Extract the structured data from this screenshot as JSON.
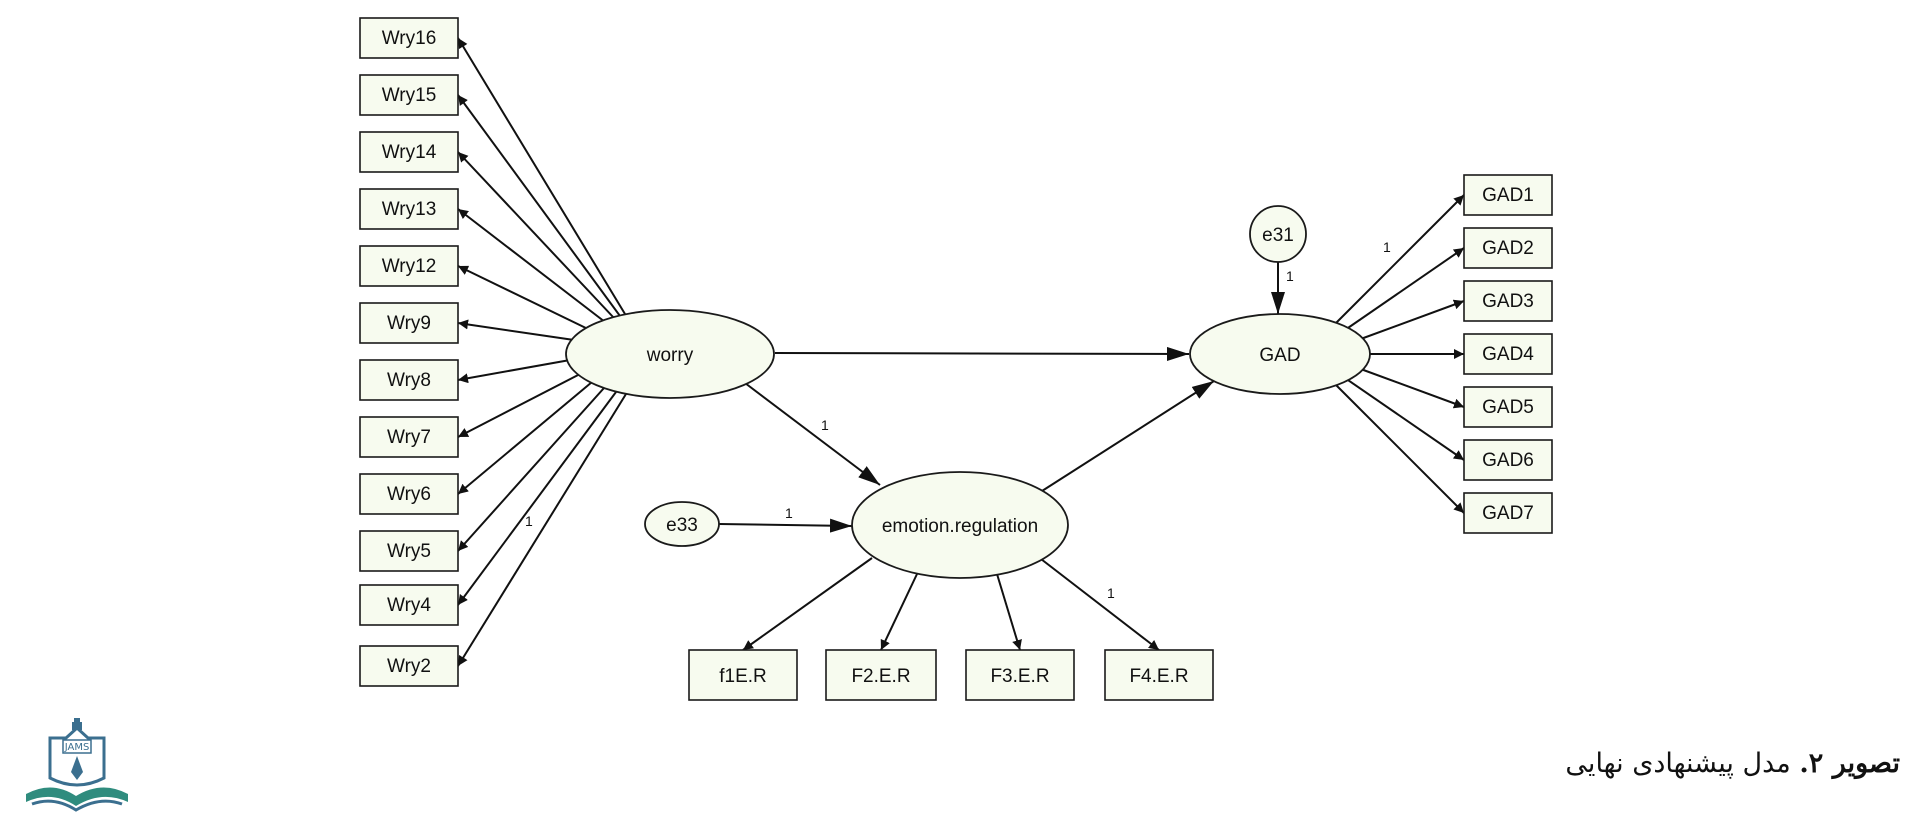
{
  "diagram": {
    "indicators_worry": [
      "Wry16",
      "Wry15",
      "Wry14",
      "Wry13",
      "Wry12",
      "Wry9",
      "Wry8",
      "Wry7",
      "Wry6",
      "Wry5",
      "Wry4",
      "Wry2"
    ],
    "indicators_gad": [
      "GAD1",
      "GAD2",
      "GAD3",
      "GAD4",
      "GAD5",
      "GAD6",
      "GAD7"
    ],
    "indicators_er": [
      "f1E.R",
      "F2.E.R",
      "F3.E.R",
      "F4.E.R"
    ],
    "latent": {
      "worry": "worry",
      "gad": "GAD",
      "er": "emotion.regulation"
    },
    "errors": {
      "e31": "e31",
      "e33": "e33"
    },
    "coefficients": {
      "wry4_loading": "1",
      "gad1_loading": "1",
      "f4_loading": "1",
      "worry_to_er": "1",
      "e31_path": "1",
      "e33_path": "1"
    }
  },
  "caption": {
    "label": "تصویر ۲.",
    "text": "مدل پیشنهادی نهایی"
  },
  "logo": {
    "text": "JAMS"
  },
  "colors": {
    "node_fill": "#f7fbef",
    "stroke": "#1a1a1a",
    "logo_blue": "#3b6f8f",
    "logo_teal": "#2f8c7e"
  }
}
